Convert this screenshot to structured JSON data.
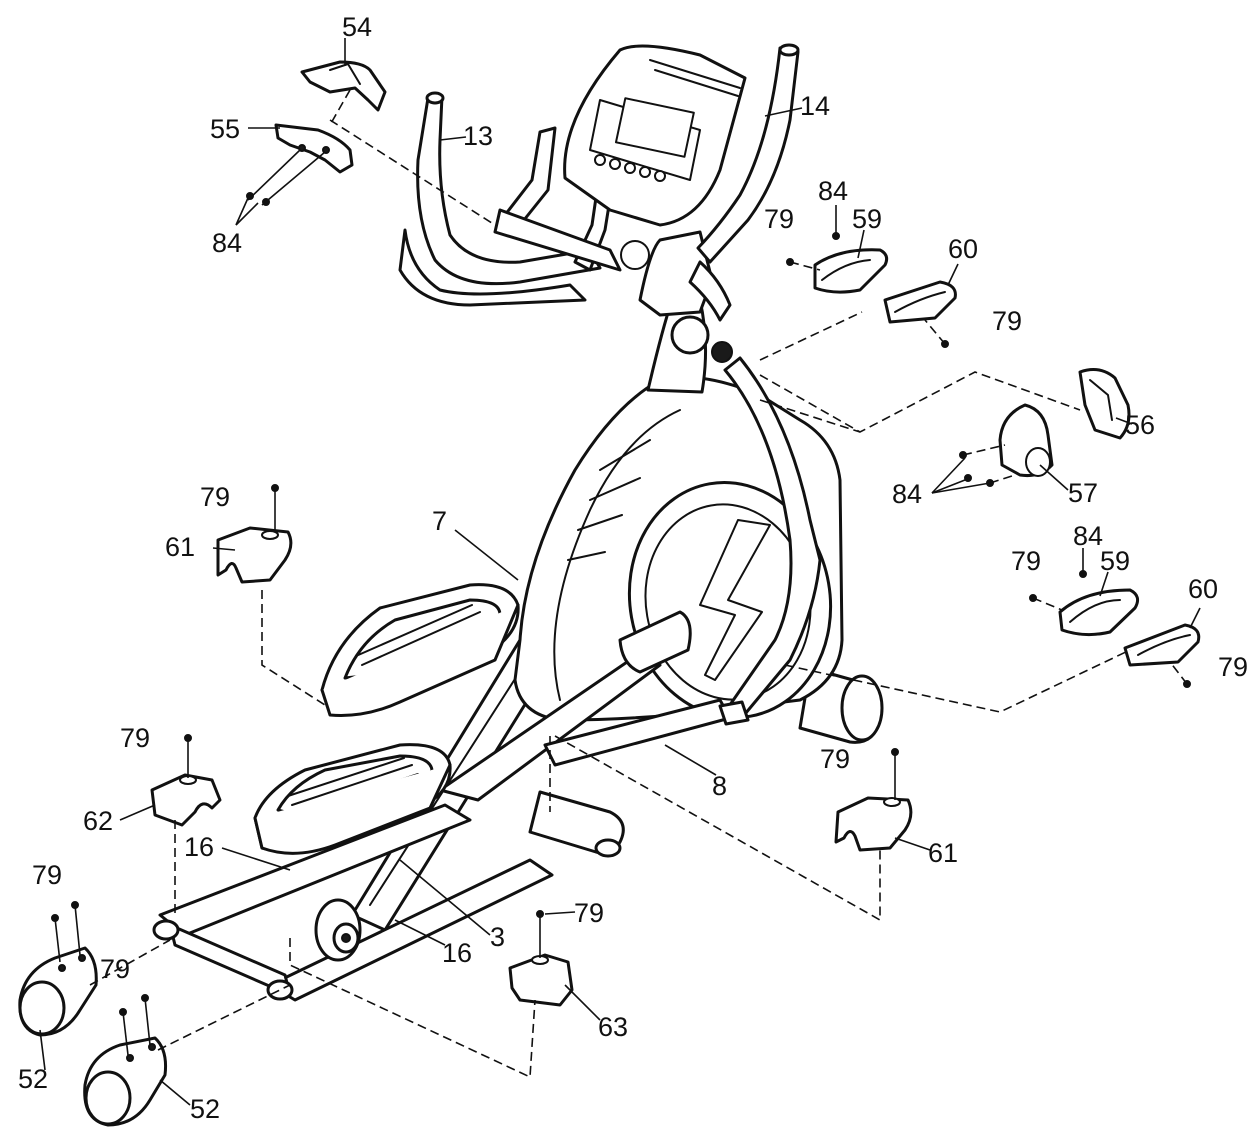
{
  "callouts": {
    "p54": "54",
    "p55": "55",
    "p84_a": "84",
    "p13": "13",
    "p14": "14",
    "p84_b": "84",
    "p79_a": "79",
    "p59_a": "59",
    "p60_a": "60",
    "p79_b": "79",
    "p56": "56",
    "p84_c": "84",
    "p57": "57",
    "p84_d": "84",
    "p79_c": "79",
    "p59_b": "59",
    "p60_b": "60",
    "p79_d": "79",
    "p79_e": "79",
    "p61_a": "61",
    "p7": "7",
    "p79_f": "79",
    "p62": "62",
    "p16_a": "16",
    "p79_g": "79",
    "p8": "8",
    "p79_h": "79",
    "p61_b": "61",
    "p79_i": "79",
    "p3": "3",
    "p16_b": "16",
    "p79_j": "79",
    "p63": "63",
    "p52_a": "52",
    "p52_b": "52"
  }
}
